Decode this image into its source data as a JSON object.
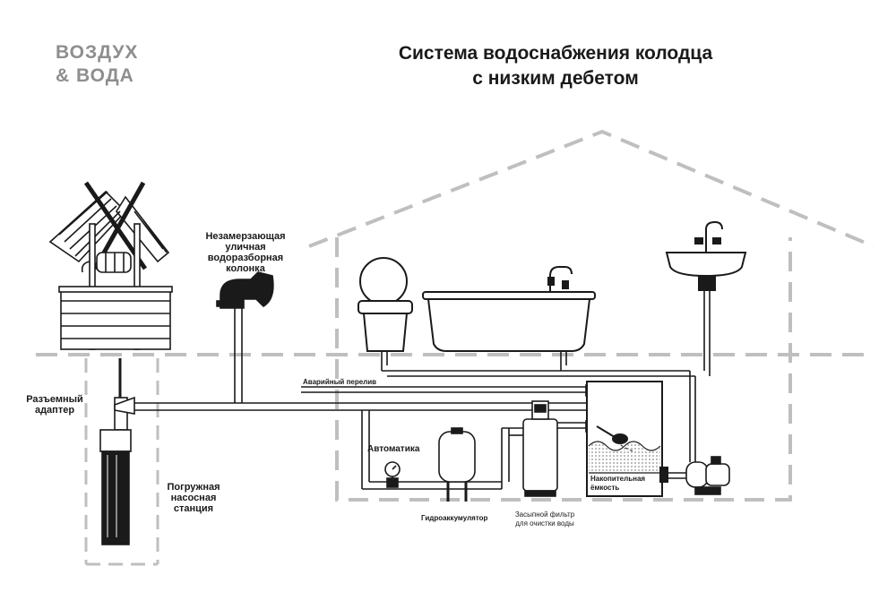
{
  "brand": {
    "line1": "ВОЗДУХ",
    "line2": "& ВОДА"
  },
  "title": {
    "line1": "Система водоснабжения колодца",
    "line2": "с низким дебетом"
  },
  "labels": {
    "column": [
      "Незамерзающая",
      "уличная",
      "водоразборная",
      "колонка"
    ],
    "adapter": [
      "Разъемный",
      "адаптер"
    ],
    "pump_station": [
      "Погружная",
      "насосная",
      "станция"
    ],
    "overflow": "Аварийный перелив",
    "automation": "Автоматика",
    "accumulator": "Гидроаккумулятор",
    "filter": [
      "Засыпной фильтр",
      "для очистки воды"
    ],
    "tank": [
      "Накопительная",
      "ёмкость"
    ]
  },
  "colors": {
    "ink": "#1a1a1a",
    "dashed": "#bfbfbf",
    "brand": "#8e8e8e",
    "water": "#ffffff"
  }
}
